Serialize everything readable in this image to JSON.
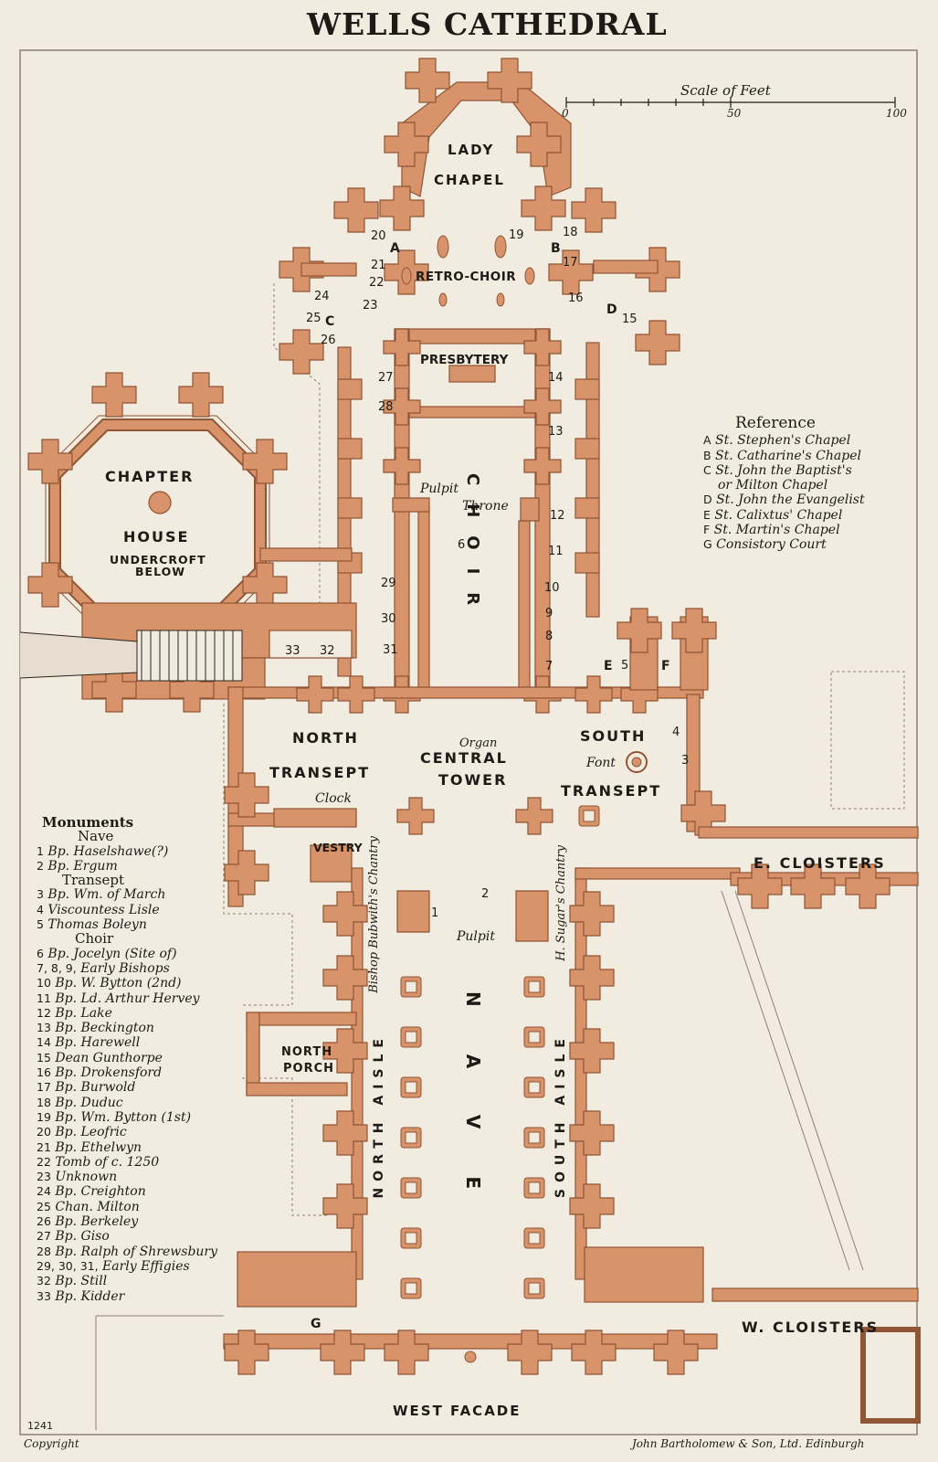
{
  "title": "WELLS CATHEDRAL",
  "scale": {
    "label": "Scale of Feet",
    "ticks": [
      "0",
      "50",
      "100"
    ]
  },
  "colors": {
    "paper": "#f2ebe0",
    "wall": "#d9936a",
    "wall_edge": "#8f5535",
    "ink": "#1e1a16"
  },
  "areas": {
    "lady_chapel_1": "LADY",
    "lady_chapel_2": "CHAPEL",
    "retro_choir": "RETRO-CHOIR",
    "presbytery": "PRESBYTERY",
    "chapter_1": "CHAPTER",
    "chapter_2": "HOUSE",
    "undercroft_1": "UNDERCROFT",
    "undercroft_2": "BELOW",
    "choir": "CHOIR",
    "north_transept_1": "NORTH",
    "north_transept_2": "TRANSEPT",
    "central_1": "CENTRAL",
    "central_2": "TOWER",
    "south_transept_1": "SOUTH",
    "south_transept_2": "TRANSEPT",
    "e_cloisters": "E. CLOISTERS",
    "w_cloisters": "W. CLOISTERS",
    "vestry": "VESTRY",
    "north_porch_1": "NORTH",
    "north_porch_2": "PORCH",
    "nave": "NAVE",
    "north_aisle": "NORTH AISLE",
    "south_aisle": "SOUTH AISLE",
    "west_facade": "WEST FACADE"
  },
  "labels": {
    "pulpit_choir": "Pulpit",
    "throne": "Throne",
    "organ": "Organ",
    "font": "Font",
    "clock": "Clock",
    "pulpit_nave": "Pulpit",
    "bubwith": "Bishop Bubwith's Chantry",
    "sugar": "H. Sugar's Chantry"
  },
  "letters": {
    "A": "A",
    "B": "B",
    "C": "C",
    "D": "D",
    "E": "E",
    "F": "F",
    "G": "G"
  },
  "nums": {
    "n1": "1",
    "n2": "2",
    "n3": "3",
    "n4": "4",
    "n5": "5",
    "n6": "6",
    "n7": "7",
    "n8": "8",
    "n9": "9",
    "n10": "10",
    "n11": "11",
    "n12": "12",
    "n13": "13",
    "n14": "14",
    "n15": "15",
    "n16": "16",
    "n17": "17",
    "n18": "18",
    "n19": "19",
    "n20": "20",
    "n21": "21",
    "n22": "22",
    "n23": "23",
    "n24": "24",
    "n25": "25",
    "n26": "26",
    "n27": "27",
    "n28": "28",
    "n29": "29",
    "n30": "30",
    "n31": "31",
    "n32": "32",
    "n33": "33"
  },
  "reference": {
    "heading": "Reference",
    "items": [
      {
        "key": "A",
        "text": "St. Stephen's Chapel"
      },
      {
        "key": "B",
        "text": "St. Catharine's Chapel"
      },
      {
        "key": "C",
        "text": "St. John the Baptist's"
      },
      {
        "key": "",
        "text": "or Milton Chapel"
      },
      {
        "key": "D",
        "text": "St. John the Evangelist"
      },
      {
        "key": "E",
        "text": "St. Calixtus' Chapel"
      },
      {
        "key": "F",
        "text": "St. Martin's Chapel"
      },
      {
        "key": "G",
        "text": "Consistory Court"
      }
    ]
  },
  "monuments": {
    "heading": "Monuments",
    "groups": [
      {
        "name": "Nave",
        "items": [
          {
            "num": "1",
            "text": "Bp. Haselshawe(?)"
          },
          {
            "num": "2",
            "text": "Bp. Ergum"
          }
        ]
      },
      {
        "name": "Transept",
        "items": [
          {
            "num": "3",
            "text": "Bp. Wm. of March"
          },
          {
            "num": "4",
            "text": "Viscountess Lisle"
          },
          {
            "num": "5",
            "text": "Thomas Boleyn"
          }
        ]
      },
      {
        "name": "Choir",
        "items": [
          {
            "num": "6",
            "text": "Bp. Jocelyn (Site of)"
          },
          {
            "num": "7, 8, 9,",
            "text": "Early Bishops"
          },
          {
            "num": "10",
            "text": "Bp. W. Bytton (2nd)"
          },
          {
            "num": "11",
            "text": "Bp. Ld. Arthur Hervey"
          },
          {
            "num": "12",
            "text": "Bp. Lake"
          },
          {
            "num": "13",
            "text": "Bp. Beckington"
          },
          {
            "num": "14",
            "text": "Bp. Harewell"
          },
          {
            "num": "15",
            "text": "Dean Gunthorpe"
          },
          {
            "num": "16",
            "text": "Bp. Drokensford"
          },
          {
            "num": "17",
            "text": "Bp. Burwold"
          },
          {
            "num": "18",
            "text": "Bp. Duduc"
          },
          {
            "num": "19",
            "text": "Bp. Wm. Bytton (1st)"
          },
          {
            "num": "20",
            "text": "Bp. Leofric"
          },
          {
            "num": "21",
            "text": "Bp. Ethelwyn"
          },
          {
            "num": "22",
            "text": "Tomb of c. 1250"
          },
          {
            "num": "23",
            "text": "Unknown"
          },
          {
            "num": "24",
            "text": "Bp. Creighton"
          },
          {
            "num": "25",
            "text": "Chan. Milton"
          },
          {
            "num": "26",
            "text": "Bp. Berkeley"
          },
          {
            "num": "27",
            "text": "Bp. Giso"
          },
          {
            "num": "28",
            "text": "Bp. Ralph of Shrewsbury"
          },
          {
            "num": "29, 30, 31,",
            "text": "Early Effigies"
          },
          {
            "num": "32",
            "text": "Bp. Still"
          },
          {
            "num": "33",
            "text": "Bp. Kidder"
          }
        ]
      }
    ]
  },
  "footer": {
    "plate": "1241",
    "copyright": "Copyright",
    "publisher": "John Bartholomew & Son, Ltd. Edinburgh"
  }
}
